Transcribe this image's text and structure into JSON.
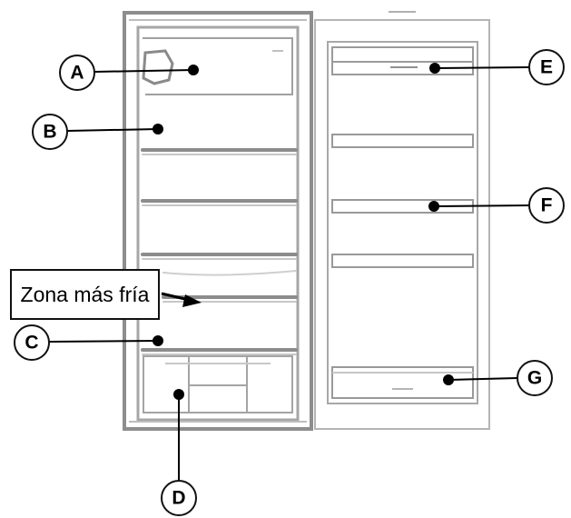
{
  "diagram": {
    "zone_label": "Zona más fría",
    "callouts": [
      {
        "letter": "A"
      },
      {
        "letter": "B"
      },
      {
        "letter": "C"
      },
      {
        "letter": "D"
      },
      {
        "letter": "E"
      },
      {
        "letter": "F"
      },
      {
        "letter": "G"
      }
    ]
  }
}
